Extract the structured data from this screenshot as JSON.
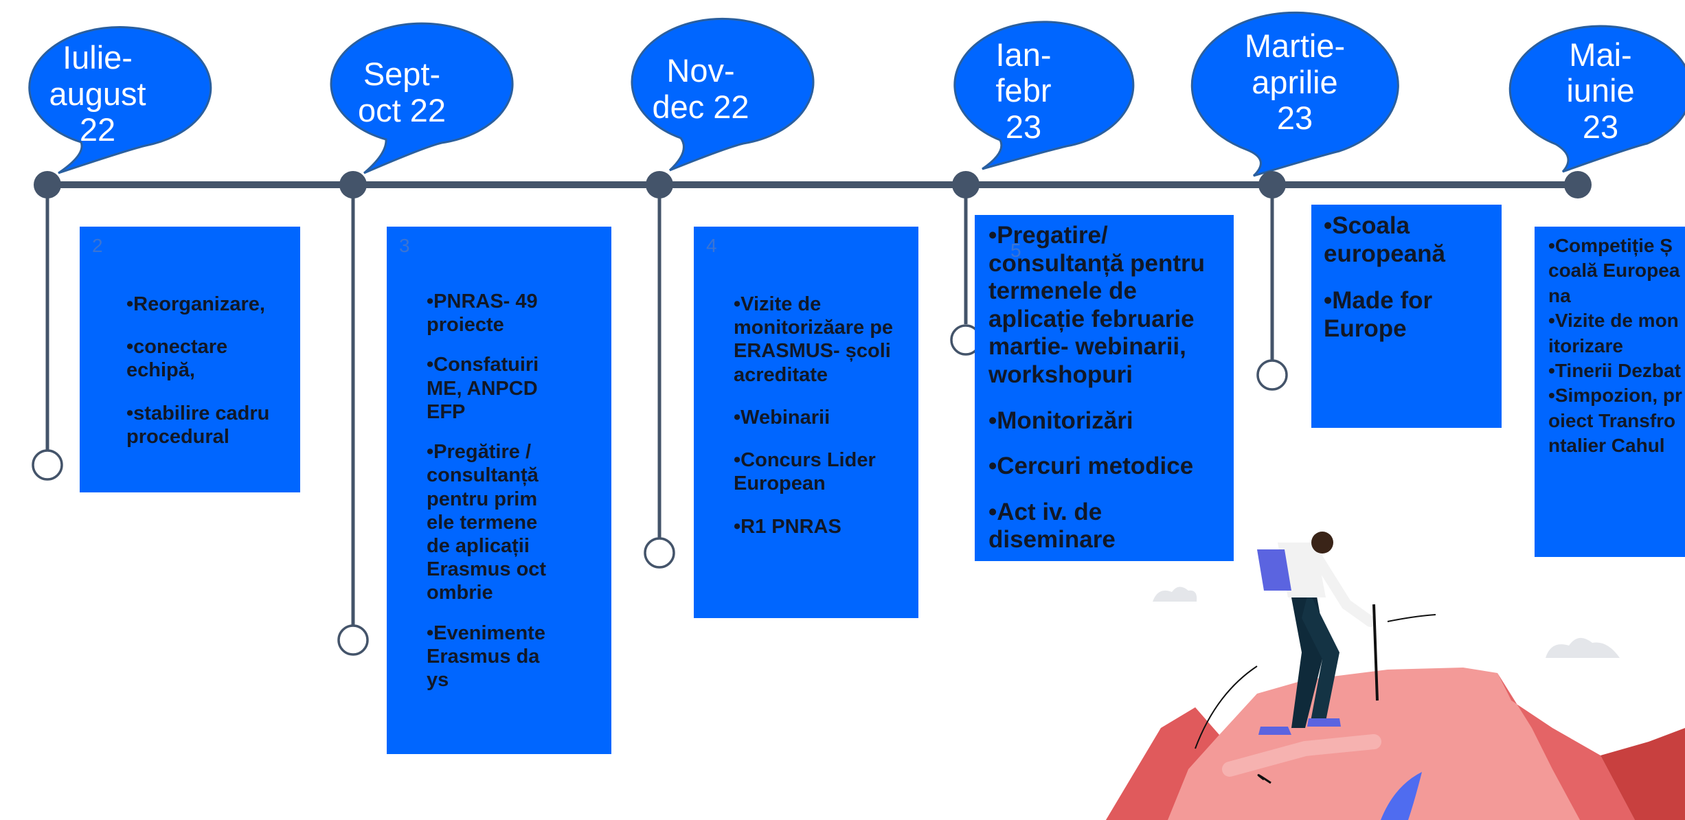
{
  "colors": {
    "accent": "#0066ff",
    "timeline": "#44546a",
    "text_dark": "#111827"
  },
  "periods": [
    {
      "label": "Iulie-\naugust\n22",
      "step": "2",
      "items": [
        "Reorganizare,",
        "conectare echipă,",
        "stabilire cadru procedural"
      ]
    },
    {
      "label": "Sept-\noct 22",
      "step": "3",
      "items": [
        "PNRAS- 49 proiecte",
        "Consfatuiri ME, ANPCDEFP",
        "Pregătire / consultanță pentru primele termene de aplicații Erasmus octombrie",
        "Evenimente Erasmus days"
      ]
    },
    {
      "label": "Nov-\ndec 22",
      "step": "4",
      "items": [
        "Vizite de monitorizăare pe ERASMUS- școli acreditate",
        "Webinarii",
        "Concurs Lider European",
        "R1 PNRAS"
      ]
    },
    {
      "label": "Ian-\nfebr\n23",
      "step": "5",
      "items": [
        "Pregatire/ consultanță pentru termenele de aplicație februarie martie- webinarii, workshopuri",
        "Monitorizări",
        "Cercuri metodice",
        "Act iv. de diseminare"
      ]
    },
    {
      "label": "Martie-\naprilie\n23",
      "step": "",
      "items": [
        "Scoala europeană",
        "Made for Europe"
      ]
    },
    {
      "label": "Mai-\niunie\n23",
      "step": "",
      "items": [
        "Competiție Școală Europeana",
        "Vizite de monitorizare",
        "Tinerii Dezbat",
        "Simpozion, proiect Transfrontalier Cahul"
      ]
    }
  ]
}
